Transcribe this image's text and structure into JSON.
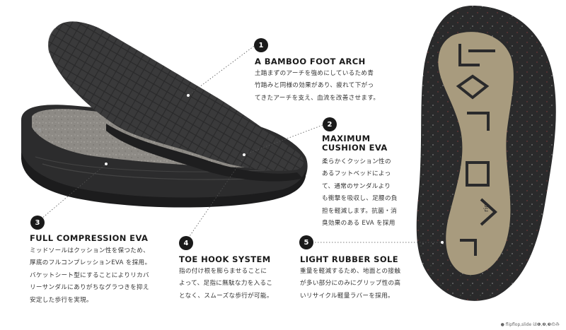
{
  "brand_mark": "rig",
  "features": [
    {
      "number": "1",
      "title": "A BAMBOO FOOT ARCH",
      "body": "土踏まずのアーチを強めにしているため青\n竹踏みと同様の効果があり、疲れて下がっ\nてきたアーチを支え、血流を改善させます。"
    },
    {
      "number": "2",
      "title": "MAXIMUM\nCUSHION EVA",
      "body": "柔らかくクッション性の\nあるフットベッドによっ\nて、通常のサンダルより\nも衝撃を吸収し、足腰の負\n担を軽減します。抗菌・消\n臭効果のある EVA を採用"
    },
    {
      "number": "3",
      "title": "FULL COMPRESSION EVA",
      "body": "ミッドソールはクッション性を保つため、\n厚底のフルコンプレッションEVA を採用。\nバケットシート型にすることによりリカバ\nリーサンダルにありがちなグラつきを抑え\n安定した歩行を実現。"
    },
    {
      "number": "4",
      "title": "TOE HOOK SYSTEM",
      "body": "指の付け根を膨らませることに\nよって、足指に無駄な力を入るこ\nとなく、スムーズな歩行が可能。"
    },
    {
      "number": "5",
      "title": "LIGHT RUBBER SOLE",
      "body": "重量を軽減するため、地面との接触\nが多い部分にのみにグリップ性の高\nいリサイクル軽量ラバーを採用。"
    }
  ],
  "footnote": "● flipflop,slide は❶,❷,❸のみ",
  "colors": {
    "rubber": "#2b2b2c",
    "tan": "#a89b7e",
    "badge": "#1a1a1a",
    "insole_gray": "#8f8c87"
  }
}
